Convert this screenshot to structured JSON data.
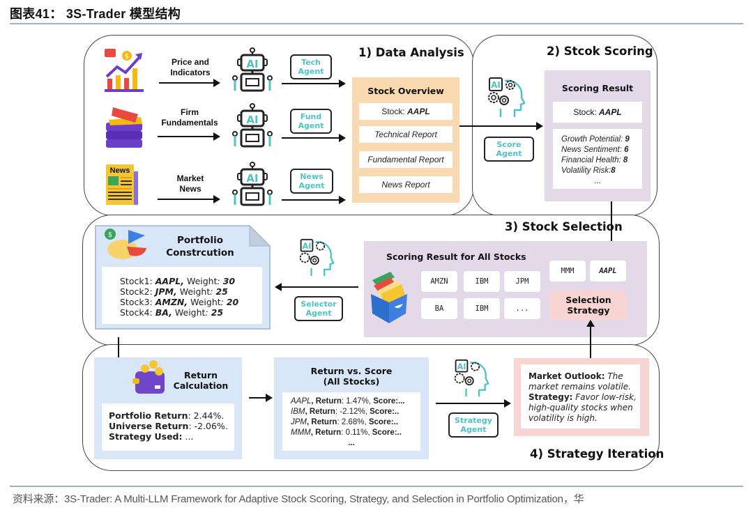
{
  "figure": {
    "title": "图表41： 3S-Trader 模型结构",
    "source": "资料来源：3S-Trader: A Multi-LLM Framework for Adaptive Stock Scoring, Strategy, and Selection in Portfolio Optimization，华"
  },
  "data_analysis": {
    "title": "1) Data Analysis",
    "inputs": [
      {
        "label": "Price and Indicators",
        "icon": "chart-icon",
        "agent": "Tech Agent"
      },
      {
        "label": "Firm Fundamentals",
        "icon": "documents-icon",
        "agent": "Fund Agent"
      },
      {
        "label": "Market News",
        "icon": "newspaper-icon",
        "agent": "News Agent"
      }
    ],
    "input_labels": {
      "l1a": "Price and",
      "l1b": "Indicators",
      "l2a": "Firm",
      "l2b": "Fundamentals",
      "l3a": "Market",
      "l3b": "News"
    },
    "agents": {
      "a1a": "Tech",
      "a1b": "Agent",
      "a2a": "Fund",
      "a2b": "Agent",
      "a3a": "News",
      "a3b": "Agent"
    },
    "robot_text": "AI",
    "news_icon_text": "News",
    "overview": {
      "title": "Stock Overview",
      "stock_prefix": "Stock: ",
      "stock": "AAPL",
      "items": [
        "Technical Report",
        "Fundamental Report",
        "News Report"
      ]
    }
  },
  "stock_scoring": {
    "title": "2) Stcok Scoring",
    "agent_a": "Score",
    "agent_b": "Agent",
    "result_title": "Scoring Result",
    "stock_prefix": "Stock: ",
    "stock": "AAPL",
    "scores": [
      {
        "name": "Growth Potential: ",
        "value": "9"
      },
      {
        "name": "News Sentiment: ",
        "value": "6"
      },
      {
        "name": "Financial Health: ",
        "value": "8"
      },
      {
        "name": "Volatility Risk:",
        "value": "8"
      }
    ],
    "ellipsis": "..."
  },
  "stock_selection": {
    "title": "3) Stock Selection",
    "all_title": "Scoring Result for All Stocks",
    "chips": [
      "AMZN",
      "IBM",
      "JPM",
      "BA",
      "IBM",
      "..."
    ],
    "selected": [
      "MMM",
      "AAPL"
    ],
    "strategy_a": "Selection",
    "strategy_b": "Strategy",
    "agent_a": "Selector",
    "agent_b": "Agent",
    "portfolio": {
      "title_a": "Portfolio",
      "title_b": "Constrcution",
      "rows": [
        {
          "prefix": "Stock1: ",
          "stock": "AAPL,",
          "mid": " Weight",
          "colon": ": ",
          "weight": "30"
        },
        {
          "prefix": "Stock2: ",
          "stock": "JPM,",
          "mid": " Weight",
          "colon": ": ",
          "weight": "25"
        },
        {
          "prefix": "Stock3: ",
          "stock": "AMZN,",
          "mid": " Weight",
          "colon": ": ",
          "weight": "20"
        },
        {
          "prefix": "Stock4: ",
          "stock": "BA,",
          "mid": " Weight",
          "colon": ": ",
          "weight": "25"
        }
      ]
    }
  },
  "strategy_iteration": {
    "title": "4) Strategy Iteration",
    "return_calc": {
      "title_a": "Return",
      "title_b": "Calculation",
      "rows": [
        {
          "label": "Portfolio Return",
          "value": ": 2.44%."
        },
        {
          "label": "Universe Return",
          "value": ": -2.06%."
        },
        {
          "label": "Strategy Used:",
          "value": " ..."
        }
      ]
    },
    "return_vs_score": {
      "title_a": "Return vs. Score",
      "title_b": "(All Stocks)",
      "rows": [
        {
          "stock": "AAPL",
          "ret_label": ", Return",
          "ret": ": 1.47%, ",
          "score": "Score:..."
        },
        {
          "stock": "IBM",
          "ret_label": ", Return",
          "ret": ": -2.12%, ",
          "score": "Score:.."
        },
        {
          "stock": "JPM",
          "ret_label": ", Return",
          "ret": ": 2.68%, ",
          "score": "Score:.."
        },
        {
          "stock": "MMM",
          "ret_label": ", Return",
          "ret": ": 0.11%, ",
          "score": "Score:.."
        }
      ],
      "ellipsis": "..."
    },
    "agent_a": "Strategy",
    "agent_b": "Agent",
    "outlook": {
      "label1": "Market Outlook:",
      "text1": " The market remains volatile.",
      "label2": "Strategy:",
      "text2": " Favor low-risk, high-quality stocks when volatility is high."
    }
  },
  "colors": {
    "agent_text": "#4cc3c8",
    "overview_bg": "#f9d9b0",
    "scoring_bg": "#e3d9e8",
    "portfolio_bg": "#d9e6f7",
    "strategy_bg": "#f8d5d2",
    "rule": "#9bb2cf"
  }
}
